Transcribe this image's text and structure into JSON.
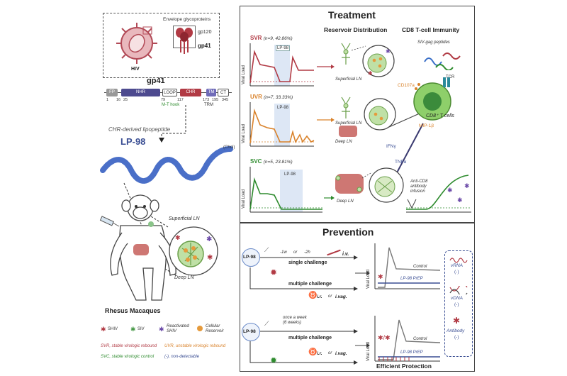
{
  "left": {
    "envelope_label": "Envelope glycoproteins",
    "gp120": "gp120",
    "gp41_small": "gp41",
    "hiv": "HIV",
    "gp41_title": "gp41",
    "segments": [
      "FP",
      "NHR",
      "LOOP",
      "CHR",
      "TM",
      "CT"
    ],
    "seg_numbers": [
      "1",
      "16",
      "25",
      "79",
      "117",
      "173",
      "195",
      "345"
    ],
    "mt_hook": "M-T hook",
    "trm": "TRM",
    "chr_lipo": "CHR-derived lipopeptide",
    "lp98": "LP-98",
    "chol": "(Chol)",
    "superficial_ln": "Superficial LN",
    "deep_ln": "Deep LN",
    "species": "Rhesus Macaques",
    "legend": {
      "shiv": "SHIV",
      "siv": "SIV",
      "reactivated": "Reactivated SHIV",
      "cellular": "Cellular Reservoir",
      "svr": "SVR, stable virologic rebound",
      "uvr": "UVR, unstable virologic rebound",
      "svc": "SVC, stable virologic control",
      "nd": "(-), non-detectable"
    }
  },
  "treatment": {
    "title": "Treatment",
    "reservoir": "Reservoir Distribution",
    "cd8": "CD8 T-cell Immunity",
    "svr": "SVR",
    "svr_n": "(n=9, 42.86%)",
    "uvr": "UVR",
    "uvr_n": "(n=7, 33.33%)",
    "svc": "SVC",
    "svc_n": "(n=5, 23.81%)",
    "lp98": "LP-98",
    "viral_load": "Viral Load",
    "superficial_ln": "Superficial LN",
    "deep_ln": "Deep LN",
    "siv_gag": "SIV-gag peptides",
    "tcr": "TCR",
    "cd107a": "CD107a",
    "cd8_cells": "CD8⁺ T cells",
    "mip": "MIP-1β",
    "ifn": "IFNγ",
    "tnf": "TNFα",
    "anti_cd8": "Anti-CD8 antibody infusion"
  },
  "prevention": {
    "title": "Prevention",
    "lp98": "LP-98",
    "minus1w": "-1w",
    "or": "or",
    "minus2h": "-2h",
    "iv": "i.v.",
    "single": "single challenge",
    "multiple1": "multiple challenge",
    "ir": "i.r.",
    "ivag": "i.vag.",
    "once_week": "once a week (6 weeks)",
    "multiple2": "multiple challenge",
    "viral_load": "Viral Load",
    "control": "Control",
    "prep": "LP-98 PrEP",
    "vrna": "vRNA",
    "vdna": "vDNA",
    "antibody": "Antibody",
    "nd": "(-)",
    "efficient": "Efficient Protection"
  }
}
